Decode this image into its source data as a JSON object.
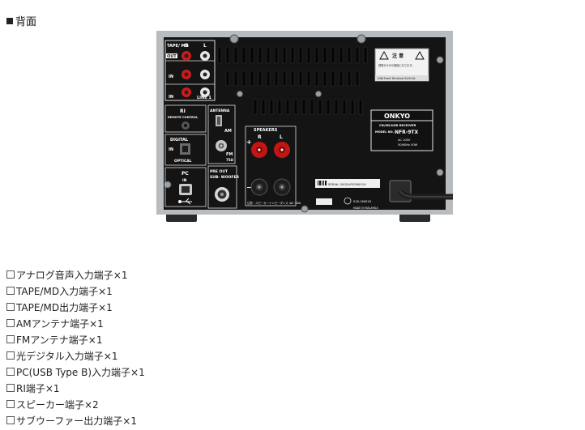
{
  "heading": "背面",
  "device": {
    "tape_md_label": "TAPE/ MD",
    "r_label": "R",
    "l_label": "L",
    "out_label": "OUT",
    "in_label": "IN",
    "in2_label": "IN",
    "line1_label": "LINE 1",
    "ri_symbol": "RI",
    "remote_control_label": "REMOTE CONTROL",
    "antenna_label": "ANTENNA",
    "am_label": "AM",
    "fm_label": "FM",
    "fm_ohm_label": "75Ω",
    "digital_label": "DIGITAL",
    "digital_in_label": "IN",
    "optical_label": "OPTICAL",
    "pc_label": "PC",
    "pc_in_label": "IN",
    "pre_out_label": "PRE OUT",
    "subwoofer_label": "SUB- WOOFER",
    "speakers_label": "SPEAKERS",
    "speakers_r_label": "R",
    "speakers_l_label": "L",
    "plus_label": "+",
    "minus_label": "−",
    "speaker_note": "注意 : スピーカーインピーダンス 4Ω~16Ω",
    "caution_title": "注 意",
    "caution_text": "感電やけがの原因になります。",
    "usb_terminal_label": "USB Front Terminal  5V/0.5A",
    "brand": "ONKYO",
    "subtitle": "CD/SD/USB RECEIVER",
    "model_label": "MODEL NO.",
    "model_no": "NFR-9TX",
    "power_spec1": "AC 100V",
    "power_spec2": "50/60Hz  50W",
    "serial_text": "SERIAL 5002LIP0260019",
    "serial_code": "018-160018",
    "made_in": "MADE IN MALAYSIA"
  },
  "features": [
    "アナログ音声入力端子×1",
    "TAPE/MD入力端子×1",
    "TAPE/MD出力端子×1",
    "AMアンテナ端子×1",
    "FMアンテナ端子×1",
    "光デジタル入力端子×1",
    "PC(USB Type B)入力端子×1",
    "RI端子×1",
    "スピーカー端子×2",
    "サブウーファー出力端子×1"
  ]
}
